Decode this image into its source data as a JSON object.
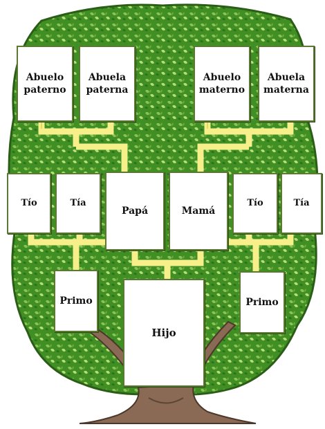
{
  "colors": {
    "foliage_dark": "#2e7a1c",
    "foliage_mid": "#4f9a2c",
    "foliage_light": "#9ccb5a",
    "bracket": "#f6ef8a",
    "trunk": "#8a6a55"
  },
  "grandparents": {
    "paternal_grandfather": "Abuelo\npaterno",
    "paternal_grandmother": "Abuela\npaterna",
    "maternal_grandfather": "Abuelo\nmaterno",
    "maternal_grandmother": "Abuela\nmaterna"
  },
  "parents_row": {
    "uncle_left": "Tío",
    "aunt_left": "Tía",
    "father": "Papá",
    "mother": "Mamá",
    "uncle_right": "Tío",
    "aunt_right": "Tía"
  },
  "children_row": {
    "cousin_left": "Primo",
    "child": "Hijo",
    "cousin_right": "Primo"
  }
}
